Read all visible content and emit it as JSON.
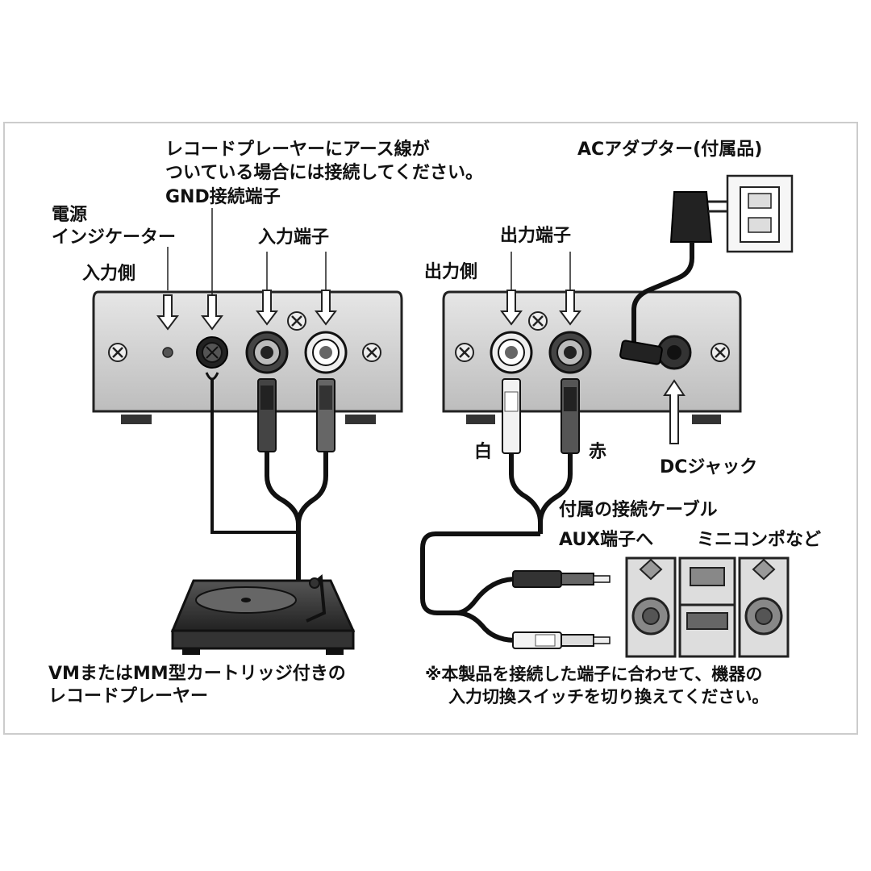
{
  "labels": {
    "earth_note_line1": "レコードプレーヤーにアース線が",
    "earth_note_line2": "ついている場合には接続してください。",
    "gnd_terminal": "GND接続端子",
    "power_indicator_line1": "電源",
    "power_indicator_line2": "インジケーター",
    "input_side": "入力側",
    "input_terminal": "入力端子",
    "ac_adapter": "ACアダプター(付属品)",
    "output_terminal": "出力端子",
    "output_side": "出力側",
    "white": "白",
    "red": "赤",
    "dc_jack": "DCジャック",
    "included_cable": "付属の接続ケーブル",
    "aux_terminal": "AUX端子へ",
    "mini_component": "ミニコンポなど",
    "turntable_line1": "VMまたはMM型カートリッジ付きの",
    "turntable_line2": "レコードプレーヤー",
    "note_line1": "※本製品を接続した端子に合わせて、機器の",
    "note_line2": "入力切換スイッチを切り換えてください。"
  },
  "colors": {
    "panel": "#d8d8d8",
    "panel_edge": "#222222",
    "cable": "#111111",
    "plug_dark": "#333333",
    "plug_light": "#f2f2f2",
    "frame": "#cccccc"
  }
}
